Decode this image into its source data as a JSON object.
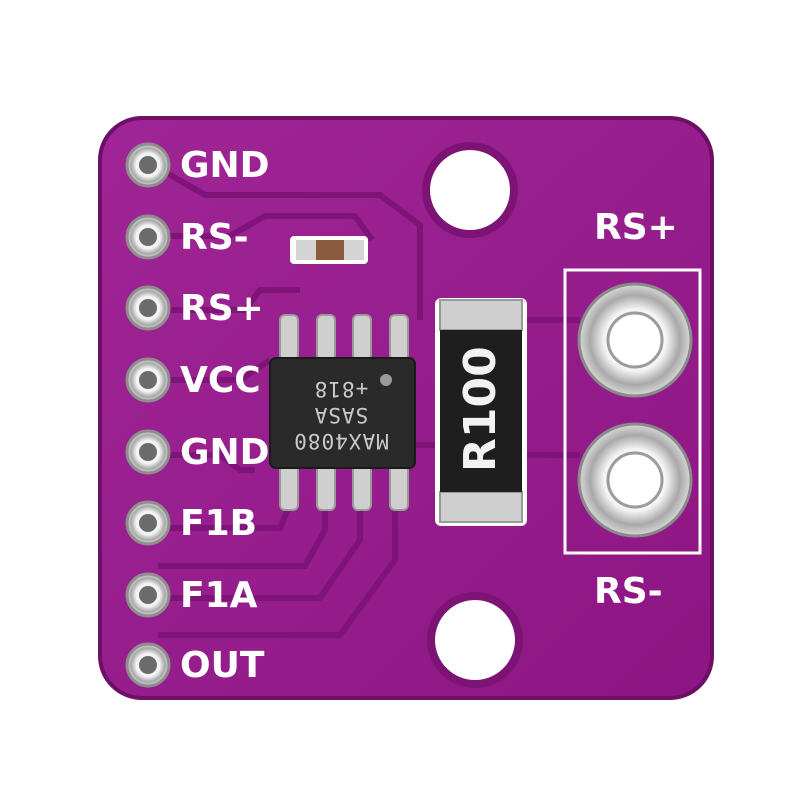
{
  "pin_labels": [
    "GND",
    "RS-",
    "RS+",
    "VCC",
    "GND",
    "F1B",
    "F1A",
    "OUT"
  ],
  "terminal_labels": {
    "top": "RS+",
    "bottom": "RS-"
  },
  "chip_marking": {
    "line1": "MAX4080",
    "line2": "SASA",
    "line3": "+818"
  },
  "resistor_marking": "R100",
  "colors": {
    "pcb": "#9a1f8f",
    "pcb_edge": "#7a1272",
    "silkscreen": "#ffffff",
    "pad_metal": "#c8c8c8",
    "chip_body": "#262626",
    "resistor_body": "#1e1e1e"
  }
}
